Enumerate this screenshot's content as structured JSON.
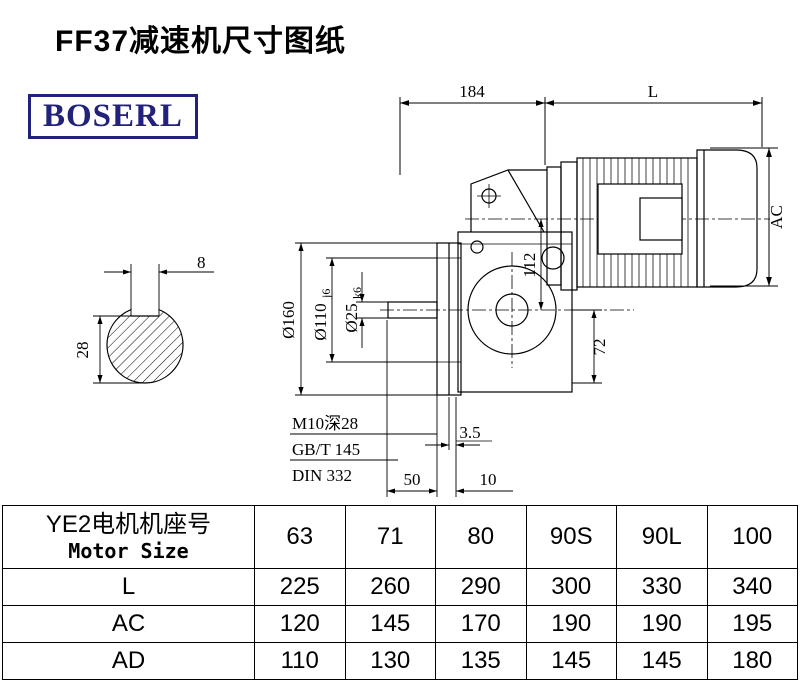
{
  "page": {
    "title": "FF37减速机尺寸图纸",
    "logo": "BOSERL"
  },
  "drawing": {
    "d184": "184",
    "dL": "L",
    "dAC": "AC",
    "d8": "8",
    "d28": "28",
    "d160": "Ø160",
    "d110_main": "Ø110",
    "d110_tol": "j6",
    "d25_main": "Ø25",
    "d25_tol": "k6",
    "d112": "112",
    "d72": "72",
    "note_m10": "M10深28",
    "note_gbt": "GB/T 145",
    "note_din": "DIN 332",
    "d35": "3.5",
    "d50": "50",
    "d10": "10"
  },
  "table": {
    "header": {
      "label_cn": "YE2电机机座号",
      "label_en": "Motor Size",
      "sizes": [
        "63",
        "71",
        "80",
        "90S",
        "90L",
        "100"
      ]
    },
    "rows": [
      {
        "label": "L",
        "values": [
          "225",
          "260",
          "290",
          "300",
          "330",
          "340"
        ]
      },
      {
        "label": "AC",
        "values": [
          "120",
          "145",
          "170",
          "190",
          "190",
          "195"
        ]
      },
      {
        "label": "AD",
        "values": [
          "110",
          "130",
          "135",
          "145",
          "145",
          "180"
        ]
      }
    ]
  }
}
